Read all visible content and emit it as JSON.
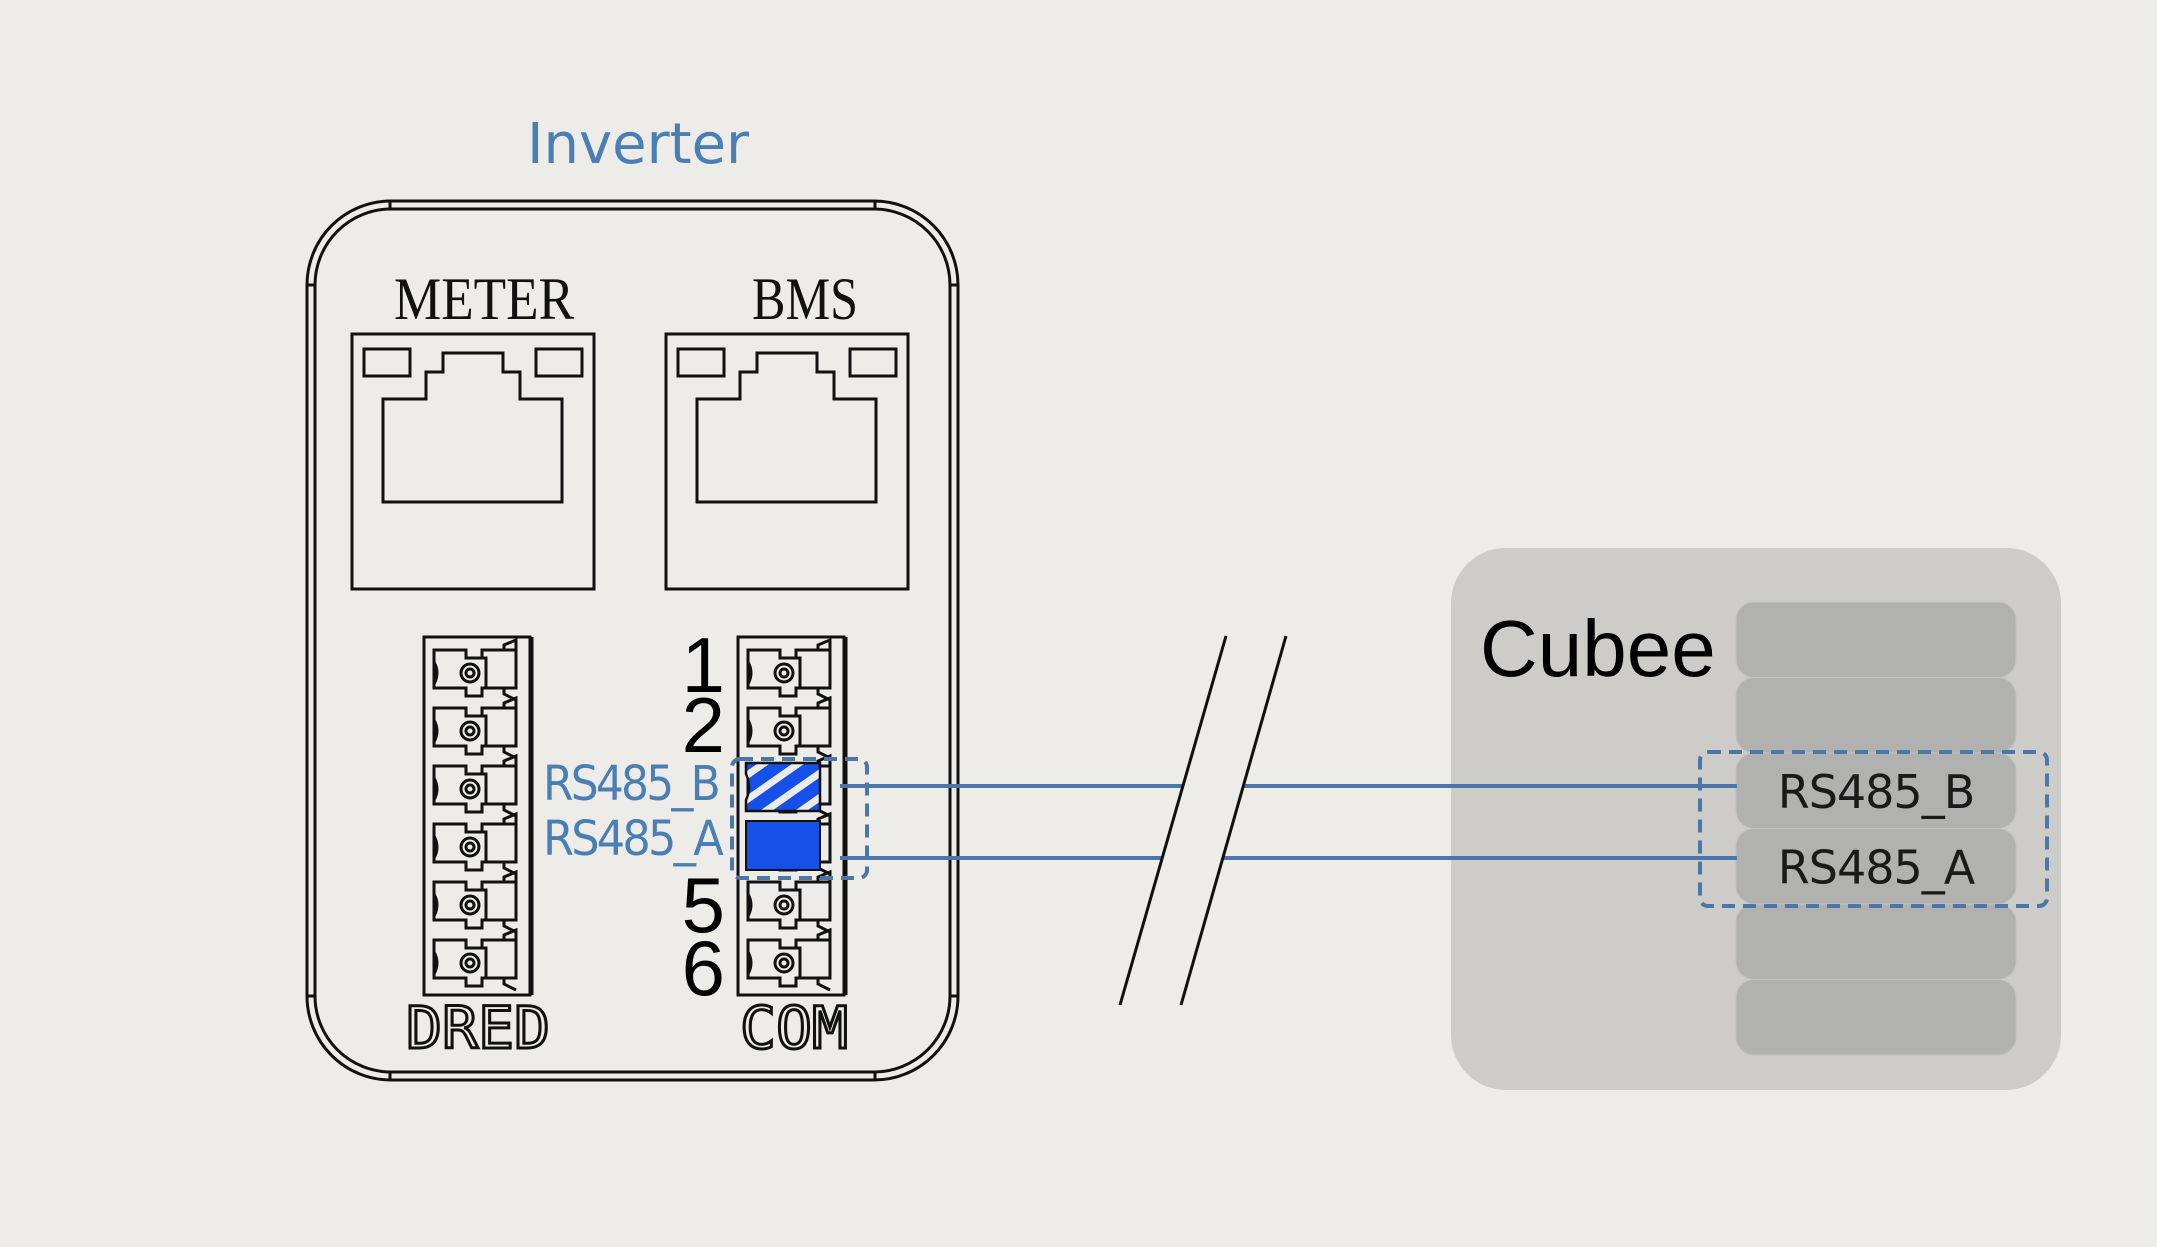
{
  "inverter": {
    "title": "Inverter",
    "ports": [
      {
        "label": "METER",
        "type": "RJ45"
      },
      {
        "label": "BMS",
        "type": "RJ45"
      }
    ],
    "terminal_blocks": [
      {
        "label": "DRED",
        "pin_count": 6
      },
      {
        "label": "COM",
        "pin_count": 6,
        "pin_numbers": [
          "1",
          "2",
          "5",
          "6"
        ]
      }
    ],
    "signals": {
      "b_label": "RS485_B",
      "a_label": "RS485_A"
    }
  },
  "cubee": {
    "title": "Cubee",
    "slot_count": 6,
    "slots": [
      "",
      "",
      "RS485_B",
      "RS485_A",
      "",
      ""
    ]
  },
  "colors": {
    "background": "#edece8",
    "accent_blue": "#4a7fb5",
    "terminal_fill": "#1550e8",
    "cubee_body": "#cdccc8",
    "cubee_slot": "#b1b1af"
  },
  "connections": [
    {
      "from": "COM pin 3 (RS485_B)",
      "to": "Cubee RS485_B"
    },
    {
      "from": "COM pin 4 (RS485_A)",
      "to": "Cubee RS485_A"
    }
  ]
}
